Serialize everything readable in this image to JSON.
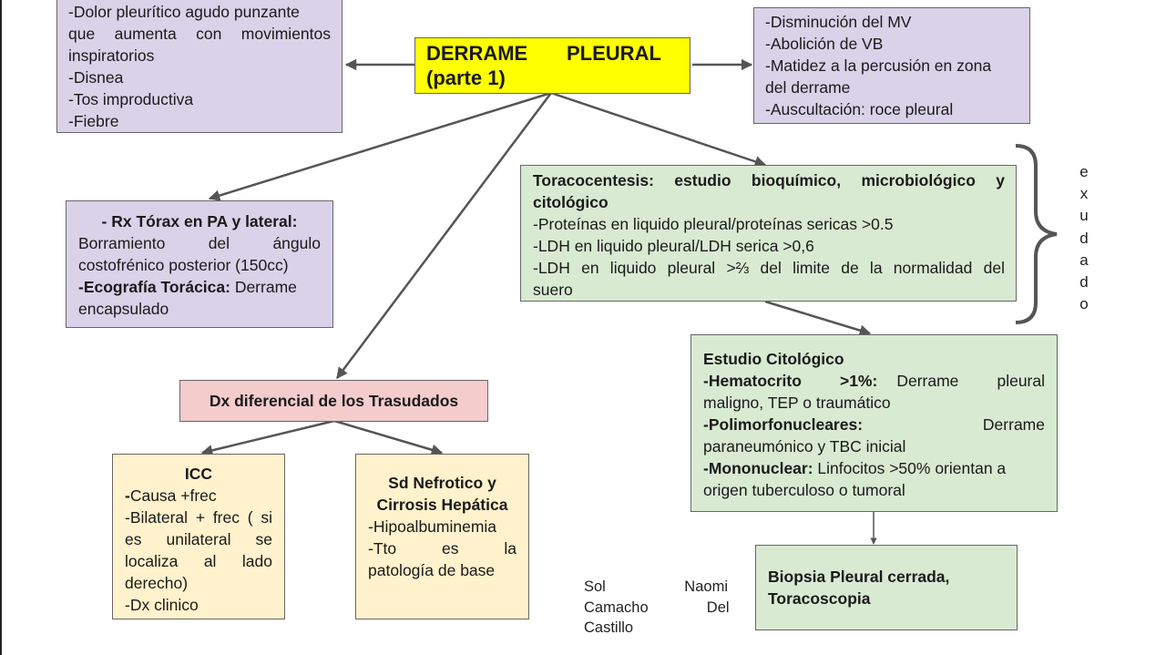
{
  "title_box": {
    "line1": "DERRAME       PLEURAL",
    "line2": "(parte 1)"
  },
  "symptoms_box": {
    "lines": [
      "-Dolor pleurítico agudo punzante",
      "que aumenta con movimientos",
      "inspiratorios",
      "-Disnea",
      "-Tos improductiva",
      "-Fiebre"
    ]
  },
  "signs_box": {
    "lines": [
      "-Disminución del MV",
      "-Abolición de VB",
      "-Matidez a la percusión en zona",
      "del derrame",
      "-Auscultación: roce pleural"
    ]
  },
  "imaging_box": {
    "rx_title": "- Rx Tórax en PA y lateral:",
    "rx_line1": "Borramiento      del      ángulo",
    "rx_line2": "costofrénico posterior (150cc)",
    "eco_title": "-Ecografía Torácica:",
    "eco_rest": " Derrame",
    "eco_line2": "encapsulado"
  },
  "thoracentesis_box": {
    "title_line1": "Toracocentesis: estudio bioquímico, microbiológico y",
    "title_line2": "citológico",
    "lines": [
      "-Proteínas en liquido pleural/proteínas sericas >0.5",
      "-LDH en liquido pleural/LDH serica >0,6",
      "-LDH en liquido pleural >⅔ del limite de la normalidad del",
      "suero"
    ]
  },
  "exudado_label": [
    "e",
    "x",
    "u",
    "d",
    "a",
    "d",
    "o"
  ],
  "cytology_box": {
    "title": "Estudio Citológico",
    "hema_title": "-Hematocrito    >1%:",
    "hema_rest": "  Derrame    pleural",
    "hema_line2": "maligno, TEP o traumático",
    "pmn_title": "-Polimorfonucleares:",
    "pmn_rest": "Derrame",
    "pmn_line2": "paraneumónico y TBC inicial",
    "mono_title": "-Mononuclear:",
    "mono_rest": " Linfocitos >50% orientan a",
    "mono_line2": "origen tuberculoso o tumoral"
  },
  "biopsy_box": {
    "line1": "Biopsia Pleural cerrada,",
    "line2": "Toracoscopia"
  },
  "dx_box": {
    "label": "Dx diferencial de los Trasudados"
  },
  "icc_box": {
    "title": "ICC",
    "causa_dash": "-",
    "causa_rest": "Causa +frec",
    "lines": [
      "-Bilateral + frec ( si",
      "es   unilateral   se",
      "localiza   al   lado",
      "derecho)",
      "-Dx clinico"
    ]
  },
  "nefro_box": {
    "title1": "Sd Nefrotico y",
    "title2": "Cirrosis Hepática",
    "lines": [
      "-Hipoalbuminemia",
      "-Tto      es      la",
      "patología de base"
    ]
  },
  "author": {
    "line1": "Sol              Naomi",
    "line2": "Camacho              Del",
    "line3": "Castillo"
  },
  "colors": {
    "purple": "#d9d2e9",
    "green": "#d9ead3",
    "pink": "#f4cccc",
    "cream": "#fff2cc",
    "yellow": "#ffff00",
    "arrow": "#555555"
  }
}
